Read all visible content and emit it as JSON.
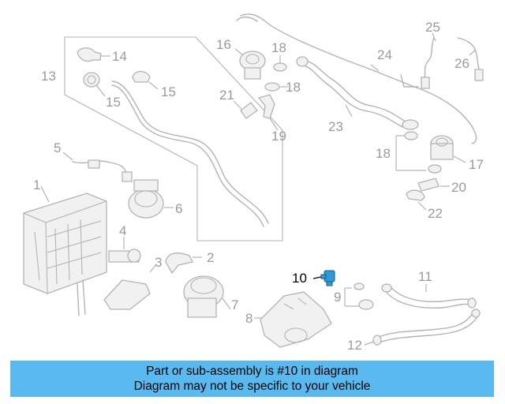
{
  "diagram": {
    "callouts": {
      "c1": "1",
      "c2": "2",
      "c3": "3",
      "c4": "4",
      "c5": "5",
      "c6": "6",
      "c7": "7",
      "c8": "8",
      "c9": "9",
      "c10": "10",
      "c11": "11",
      "c12": "12",
      "c13": "13",
      "c14": "14",
      "c15a": "15",
      "c15b": "15",
      "c16": "16",
      "c17": "17",
      "c18a": "18",
      "c18b": "18",
      "c18c": "18",
      "c19": "19",
      "c20": "20",
      "c21": "21",
      "c22": "22",
      "c23": "23",
      "c24": "24",
      "c25": "25",
      "c26": "26"
    },
    "highlighted_part": "10",
    "colors": {
      "part_line": "#b3b3b3",
      "highlight_part": "#2e9bd6",
      "banner_bg": "#5ab9ee"
    }
  },
  "banner": {
    "line1": "Part or sub-assembly is #10 in diagram",
    "line2": "Diagram may not be specific to your vehicle"
  }
}
